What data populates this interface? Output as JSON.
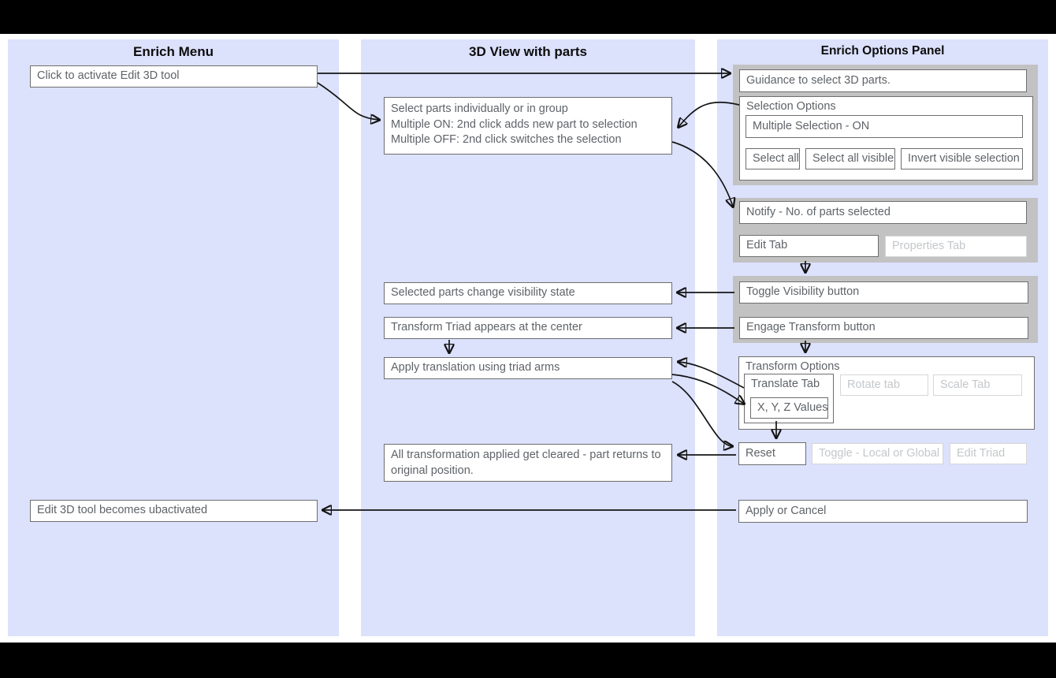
{
  "lanes": [
    {
      "title": "Enrich Menu"
    },
    {
      "title": "3D View with parts"
    },
    {
      "title": "Enrich Options Panel"
    }
  ],
  "enrich_menu": {
    "activate": "Click to activate Edit 3D tool",
    "deactivate": "Edit 3D tool becomes ubactivated"
  },
  "view_3d": {
    "select_parts_lines": [
      "Select parts individually or in group",
      "Multiple ON: 2nd click adds new part to selection",
      "Multiple OFF: 2nd click switches the selection"
    ],
    "visibility": "Selected parts change visibility state",
    "triad": "Transform Triad appears at the center",
    "translate": "Apply translation using triad arms",
    "reset_effect": "All transformation applied get cleared - part returns to original position."
  },
  "options_panel": {
    "guidance": "Guidance to select 3D parts.",
    "selection_options": {
      "label": "Selection Options",
      "multiple_state": "Multiple Selection - ON",
      "buttons": [
        "Select all",
        "Select all visible",
        "Invert visible selection"
      ]
    },
    "notify": "Notify - No. of parts selected",
    "tabs": {
      "edit": "Edit Tab",
      "properties": "Properties Tab"
    },
    "toggle_visibility": "Toggle Visibility button",
    "engage_transform": "Engage Transform button",
    "transform_options": {
      "label": "Transform Options",
      "translate_tab": "Translate Tab",
      "xyz_values": "X, Y, Z Values",
      "rotate_tab": "Rotate tab",
      "scale_tab": "Scale Tab"
    },
    "reset": "Reset",
    "toggle_local_global": "Toggle - Local or Global",
    "edit_triad": "Edit Triad",
    "apply_cancel": "Apply or Cancel"
  }
}
